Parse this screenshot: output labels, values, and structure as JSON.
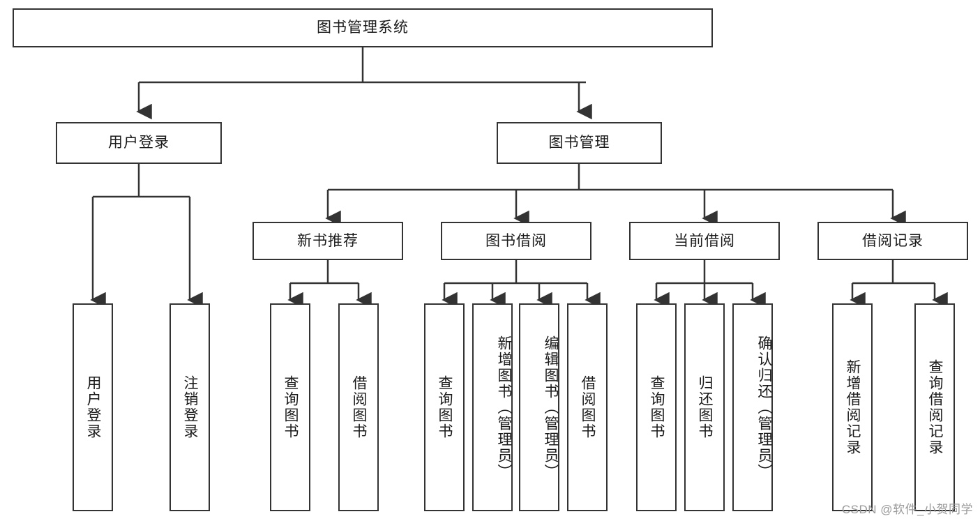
{
  "diagram": {
    "title": "图书管理系统",
    "type": "tree",
    "watermark": "CSDN @软件_小贺同学",
    "colors": {
      "stroke": "#333333",
      "fill": "#ffffff",
      "text": "#1a1a1a",
      "watermark": "#9a9a9a"
    },
    "levels": {
      "root": {
        "label": "图书管理系统"
      },
      "level1": [
        {
          "label": "用户登录"
        },
        {
          "label": "图书管理"
        }
      ],
      "level2": [
        {
          "label": "新书推荐"
        },
        {
          "label": "图书借阅"
        },
        {
          "label": "当前借阅"
        },
        {
          "label": "借阅记录"
        }
      ],
      "leaves": [
        {
          "label": "用户登录"
        },
        {
          "label": "注销登录"
        },
        {
          "label": "查询图书"
        },
        {
          "label": "借阅图书"
        },
        {
          "label": "查询图书"
        },
        {
          "label": "新增图书（管理员）"
        },
        {
          "label": "编辑图书（管理员）"
        },
        {
          "label": "借阅图书"
        },
        {
          "label": "查询图书"
        },
        {
          "label": "归还图书"
        },
        {
          "label": "确认归还（管理员）"
        },
        {
          "label": "新增借阅记录"
        },
        {
          "label": "查询借阅记录"
        }
      ]
    },
    "edges": [
      {
        "from": "图书管理系统",
        "to": "用户登录"
      },
      {
        "from": "图书管理系统",
        "to": "图书管理"
      },
      {
        "from": "用户登录",
        "to": "用户登录"
      },
      {
        "from": "用户登录",
        "to": "注销登录"
      },
      {
        "from": "图书管理",
        "to": "新书推荐"
      },
      {
        "from": "图书管理",
        "to": "图书借阅"
      },
      {
        "from": "图书管理",
        "to": "当前借阅"
      },
      {
        "from": "图书管理",
        "to": "借阅记录"
      },
      {
        "from": "新书推荐",
        "to": "查询图书"
      },
      {
        "from": "新书推荐",
        "to": "借阅图书"
      },
      {
        "from": "图书借阅",
        "to": "查询图书"
      },
      {
        "from": "图书借阅",
        "to": "新增图书（管理员）"
      },
      {
        "from": "图书借阅",
        "to": "编辑图书（管理员）"
      },
      {
        "from": "图书借阅",
        "to": "借阅图书"
      },
      {
        "from": "当前借阅",
        "to": "查询图书"
      },
      {
        "from": "当前借阅",
        "to": "归还图书"
      },
      {
        "from": "当前借阅",
        "to": "确认归还（管理员）"
      },
      {
        "from": "借阅记录",
        "to": "新增借阅记录"
      },
      {
        "from": "借阅记录",
        "to": "查询借阅记录"
      }
    ]
  }
}
